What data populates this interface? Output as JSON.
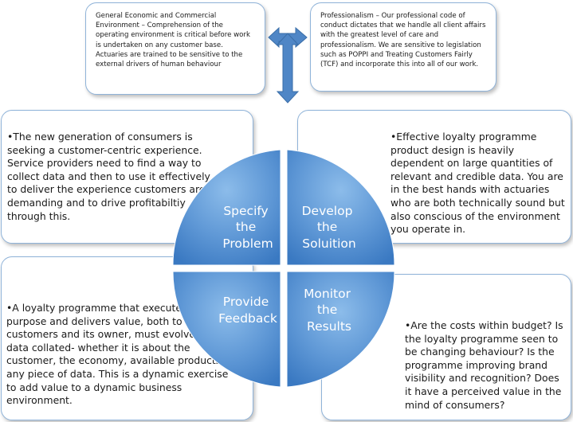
{
  "top_left_box": "General Economic and Commercial Environment – Comprehension of the operating environment is critical before work is undertaken on any customer base. Actuaries are trained to be sensitive to the external drivers of human behaviour",
  "top_right_box": "Professionalism – Our professional code of conduct dictates that we handle all client affairs with the greatest level of care and professionalism. We are sensitive to legislation such as POPPI and Treating Customers Fairly (TCF) and incorporate this into all of our work.",
  "middle_left_box": "•The new generation of consumers is seeking a customer-centric experience. Service providers need to find a way to collect data and then to use it effectively to deliver the experience customers are demanding and to drive profitabiltiy through this.",
  "middle_right_box": "•Effective loyalty programme product design is heavily dependent on large quantities of relevant and credible data. You are in the best hands with actuaries who are both technically sound but also conscious of the environment you operate in.",
  "bottom_left_box": "•A loyalty programme that executes it purpose and delivers value, both to its customers and its owner, must evolve with data collated- whether it is about the customer, the economy, available products - any piece of data. This is a dynamic exercise to add value to a dynamic business environment.",
  "bottom_right_box": "•Are the costs within budget? Is the loyalty programme seen to be changing behaviour? Is the programme improving brand visibility and recognition? Does it have a perceived value in the mind of consumers?",
  "cycle": {
    "specify": [
      "Specify",
      "the",
      "Problem"
    ],
    "develop": [
      "Develop",
      "the",
      "Soluition"
    ],
    "feedback": [
      "Provide",
      "Feedback"
    ],
    "monitor": [
      "Monitor",
      "the",
      "Results"
    ]
  },
  "colors": {
    "quadrant_light": "#6ea4dd",
    "quadrant_dark": "#3a79c2",
    "arrow": "#4f86c6",
    "box_border": "#8fb3d9"
  },
  "icons": [
    "double-arrow-horizontal-icon",
    "double-arrow-vertical-icon"
  ]
}
